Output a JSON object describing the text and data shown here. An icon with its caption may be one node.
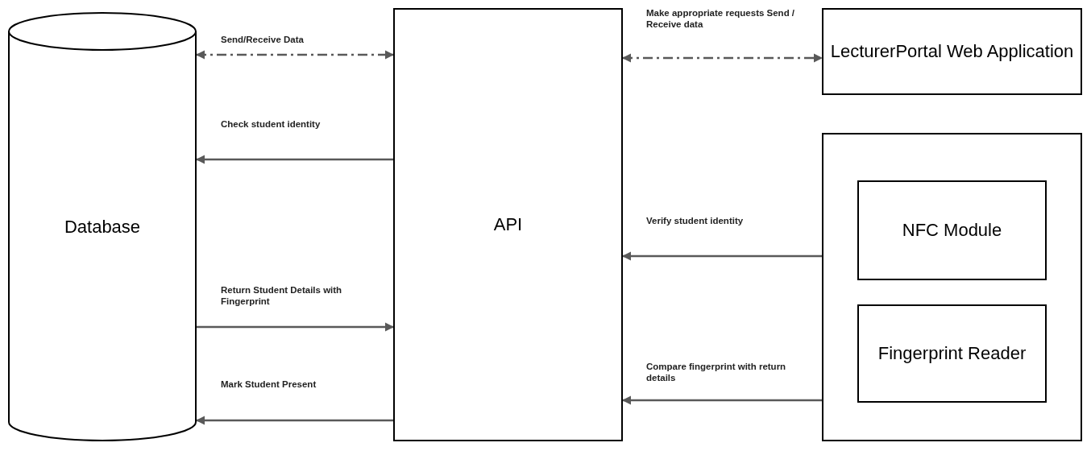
{
  "diagram": {
    "nodes": [
      {
        "text": [
          "Database"
        ]
      },
      {
        "text": [
          "API"
        ]
      },
      {
        "text": [
          "LecturerPortal Web Application"
        ]
      },
      {
        "text": [],
        "shape": "box"
      },
      {
        "text": [
          "NFC Module"
        ],
        "in": 3
      },
      {
        "text": [
          "Fingerprint Reader"
        ],
        "in": 3
      }
    ],
    "edges": [
      {
        "from": 0,
        "to": 1,
        "arrow": "both",
        "style": "dashed",
        "label": "Send/Receive Data"
      },
      {
        "from": 1,
        "to": 0,
        "arrow": "to",
        "label": "Check student identity"
      },
      {
        "from": 0,
        "to": 1,
        "arrow": "to",
        "label": "Return Student Details with Fingerprint"
      },
      {
        "from": 1,
        "to": 0,
        "arrow": "to",
        "label": "Mark Student Present"
      },
      {
        "from": 1,
        "to": 2,
        "arrow": "both",
        "style": "dashed",
        "label": "Make appropriate requests Send / Receive data"
      },
      {
        "from": 3,
        "to": 1,
        "arrow": "to",
        "label": "Verify student identity"
      },
      {
        "from": 3,
        "to": 1,
        "arrow": "to",
        "label": "Compare fingerprint with return details"
      }
    ]
  }
}
